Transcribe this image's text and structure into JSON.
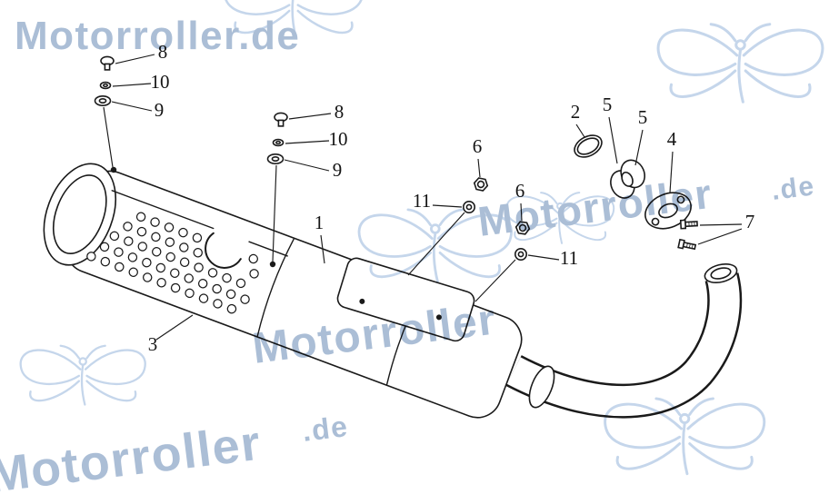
{
  "watermarks": {
    "brand_full": "Motorroller.de",
    "brand": "Motorroller",
    "tld": ".de"
  },
  "colors": {
    "watermark_text": "#a7bbd4",
    "watermark_logo": "#c2d4ea",
    "ink": "#1a1a1a"
  },
  "callouts": [
    {
      "part": "screw-upper",
      "label": "8"
    },
    {
      "part": "washer-upper",
      "label": "10"
    },
    {
      "part": "seal-washer-upper",
      "label": "9"
    },
    {
      "part": "screw-mid",
      "label": "8"
    },
    {
      "part": "washer-mid",
      "label": "10"
    },
    {
      "part": "seal-washer-mid",
      "label": "9"
    },
    {
      "part": "muffler",
      "label": "1"
    },
    {
      "part": "gasket-ring",
      "label": "2"
    },
    {
      "part": "heat-shield",
      "label": "3"
    },
    {
      "part": "flange-plate",
      "label": "4"
    },
    {
      "part": "clamp-shell-a",
      "label": "5"
    },
    {
      "part": "clamp-shell-b",
      "label": "5"
    },
    {
      "part": "nut-a",
      "label": "6"
    },
    {
      "part": "nut-b",
      "label": "6"
    },
    {
      "part": "stud-bolts",
      "label": "7"
    },
    {
      "part": "washer-a",
      "label": "11"
    },
    {
      "part": "washer-b",
      "label": "11"
    }
  ]
}
